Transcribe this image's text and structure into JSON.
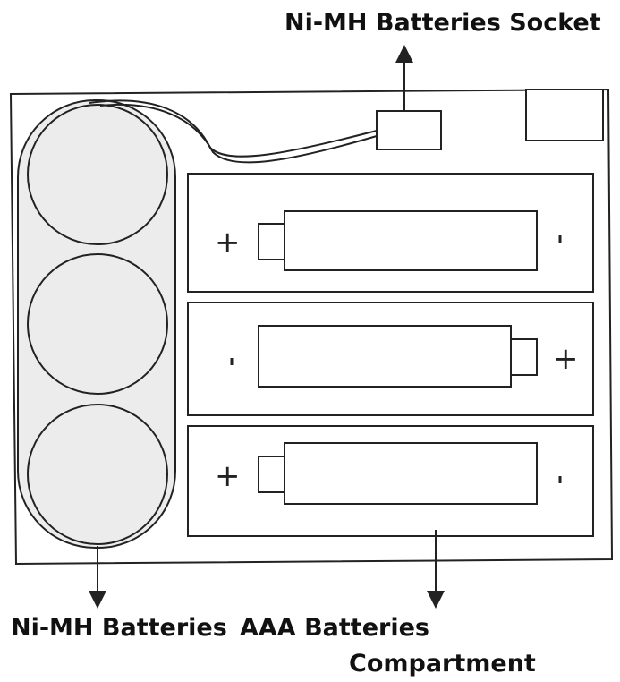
{
  "labels": {
    "socket": "Ni-MH Batteries Socket",
    "nimh": "Ni-MH Batteries",
    "aaa": "AAA Batteries",
    "compartment": "Compartment"
  },
  "colors": {
    "line": "#222222",
    "battery_fill": "#ececec",
    "background": "#ffffff"
  }
}
